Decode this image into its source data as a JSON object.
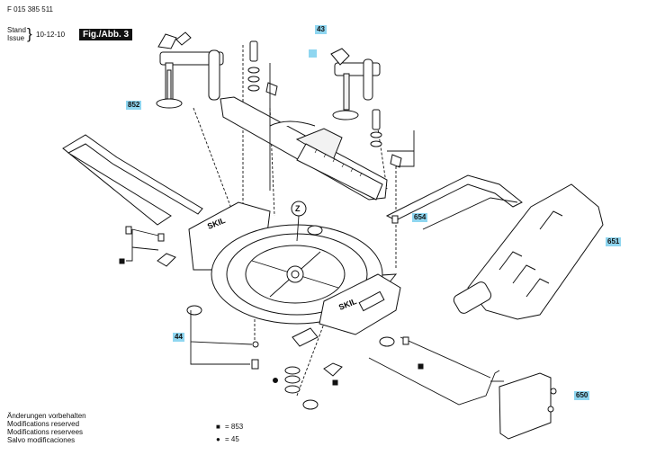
{
  "header": {
    "doc_number": "F 015 385 511",
    "stand_label": "Stand",
    "issue_label": "Issue",
    "issue_date": "10-12-10",
    "figure_label": "Fig./Abb. 3"
  },
  "callouts": {
    "c43": "43",
    "c852": "852",
    "c654": "654",
    "c651": "651",
    "c44": "44",
    "c650": "650",
    "cZ": "Z"
  },
  "footer": {
    "notes": [
      "Änderungen vorbehalten",
      "Modifications reserved",
      "Modifications reservees",
      "Salvo modificaciones"
    ],
    "legend": [
      {
        "symbol": "■",
        "text": "= 853"
      },
      {
        "symbol": "●",
        "text": "= 45"
      }
    ]
  },
  "brand_marks": {
    "left_plate": "SKIL",
    "right_plate": "SKIL"
  },
  "colors": {
    "callout_bg": "#8fd6f0",
    "ink": "#111111"
  }
}
